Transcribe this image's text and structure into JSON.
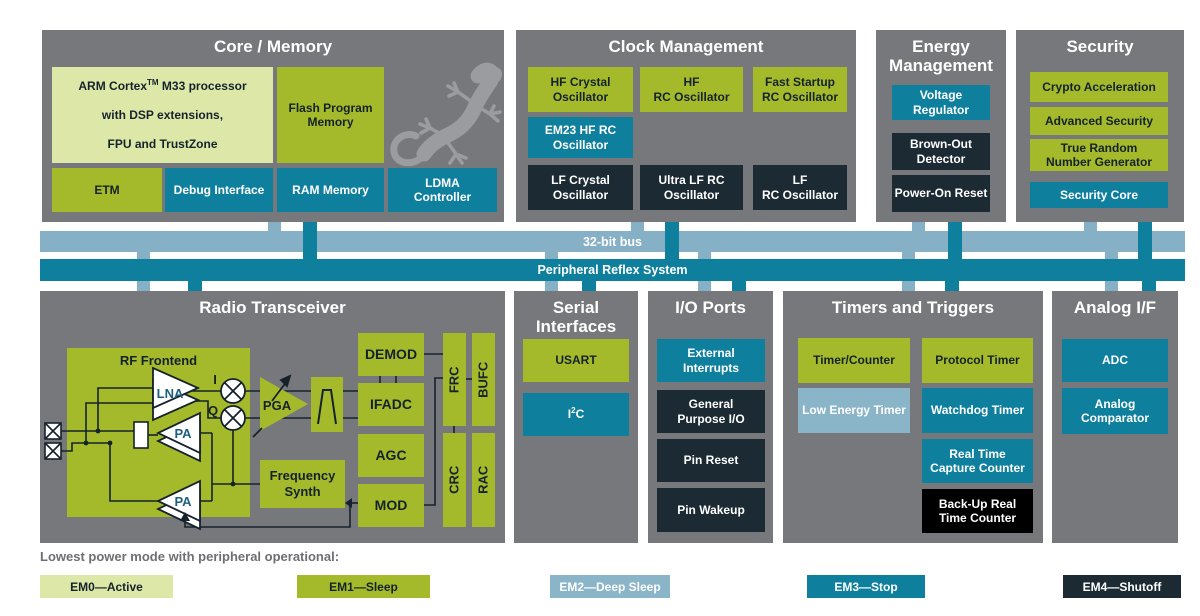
{
  "palette": {
    "panel_gray": "#77787b",
    "green": "#a4ba2a",
    "light_green": "#dde8a8",
    "teal": "#0f7f9e",
    "dark_navy": "#1c2a33",
    "black": "#000000",
    "light_blue": "#8ab4c8",
    "bus_light_blue": "#86b0c5",
    "gecko_gray": "#9b9c9f"
  },
  "buses": {
    "bus32": "32-bit bus",
    "prs": "Peripheral Reflex System"
  },
  "core": {
    "title": "Core / Memory",
    "arm_l1a": "ARM Cortex",
    "arm_tm": "TM",
    "arm_l1b": " M33 processor",
    "arm_l2": "with DSP extensions,",
    "arm_l3": "FPU and TrustZone",
    "flash": "Flash Program\nMemory",
    "etm": "ETM",
    "debug": "Debug Interface",
    "ram": "RAM Memory",
    "ldma": "LDMA\nController"
  },
  "clock": {
    "title": "Clock Management",
    "hf_crystal": "HF Crystal\nOscillator",
    "hf_rc": "HF\nRC Oscillator",
    "fast_startup": "Fast Startup\nRC Oscillator",
    "em23": "EM23 HF RC\nOscillator",
    "lf_crystal": "LF Crystal\nOscillator",
    "ultra_lf": "Ultra LF RC\nOscillator",
    "lf_rc": "LF\nRC Oscillator"
  },
  "energy": {
    "title": "Energy\nManagement",
    "vreg": "Voltage\nRegulator",
    "bod": "Brown-Out\nDetector",
    "por": "Power-On Reset"
  },
  "security": {
    "title": "Security",
    "crypto": "Crypto Acceleration",
    "advanced": "Advanced Security",
    "trng": "True Random\nNumber Generator",
    "sec_core": "Security Core"
  },
  "radio": {
    "title": "Radio Transceiver",
    "rf_frontend": "RF Frontend",
    "lna": "LNA",
    "pa_top": "PA",
    "pa_bottom": "PA",
    "i": "I",
    "q": "Q",
    "pga": "PGA",
    "freq_synth": "Frequency\nSynth",
    "demod": "DEMOD",
    "ifadc": "IFADC",
    "agc": "AGC",
    "mod": "MOD",
    "frc": "FRC",
    "bufc": "BUFC",
    "crc": "CRC",
    "rac": "RAC"
  },
  "serial": {
    "title": "Serial\nInterfaces",
    "usart": "USART",
    "i2c_base": "I",
    "i2c_sup": "2",
    "i2c_end": "C"
  },
  "io": {
    "title": "I/O Ports",
    "ext_int": "External\nInterrupts",
    "gpio": "General\nPurpose I/O",
    "pin_reset": "Pin Reset",
    "pin_wakeup": "Pin Wakeup"
  },
  "timers": {
    "title": "Timers and Triggers",
    "timer_counter": "Timer/Counter",
    "protocol": "Protocol Timer",
    "low_energy": "Low Energy Timer",
    "watchdog": "Watchdog Timer",
    "rtcc": "Real Time\nCapture Counter",
    "burtc": "Back-Up Real\nTime Counter"
  },
  "analog": {
    "title": "Analog I/F",
    "adc": "ADC",
    "comparator": "Analog\nComparator"
  },
  "legend": {
    "caption": "Lowest power mode with peripheral operational:",
    "items": [
      {
        "label": "EM0—Active",
        "color": "#dde8a8"
      },
      {
        "label": "EM1—Sleep",
        "color": "#a4ba2a"
      },
      {
        "label": "EM2—Deep Sleep",
        "color": "#8ab4c8"
      },
      {
        "label": "EM3—Stop",
        "color": "#0f7f9e"
      },
      {
        "label": "EM4—Shutoff",
        "color": "#1c2a33"
      }
    ]
  }
}
